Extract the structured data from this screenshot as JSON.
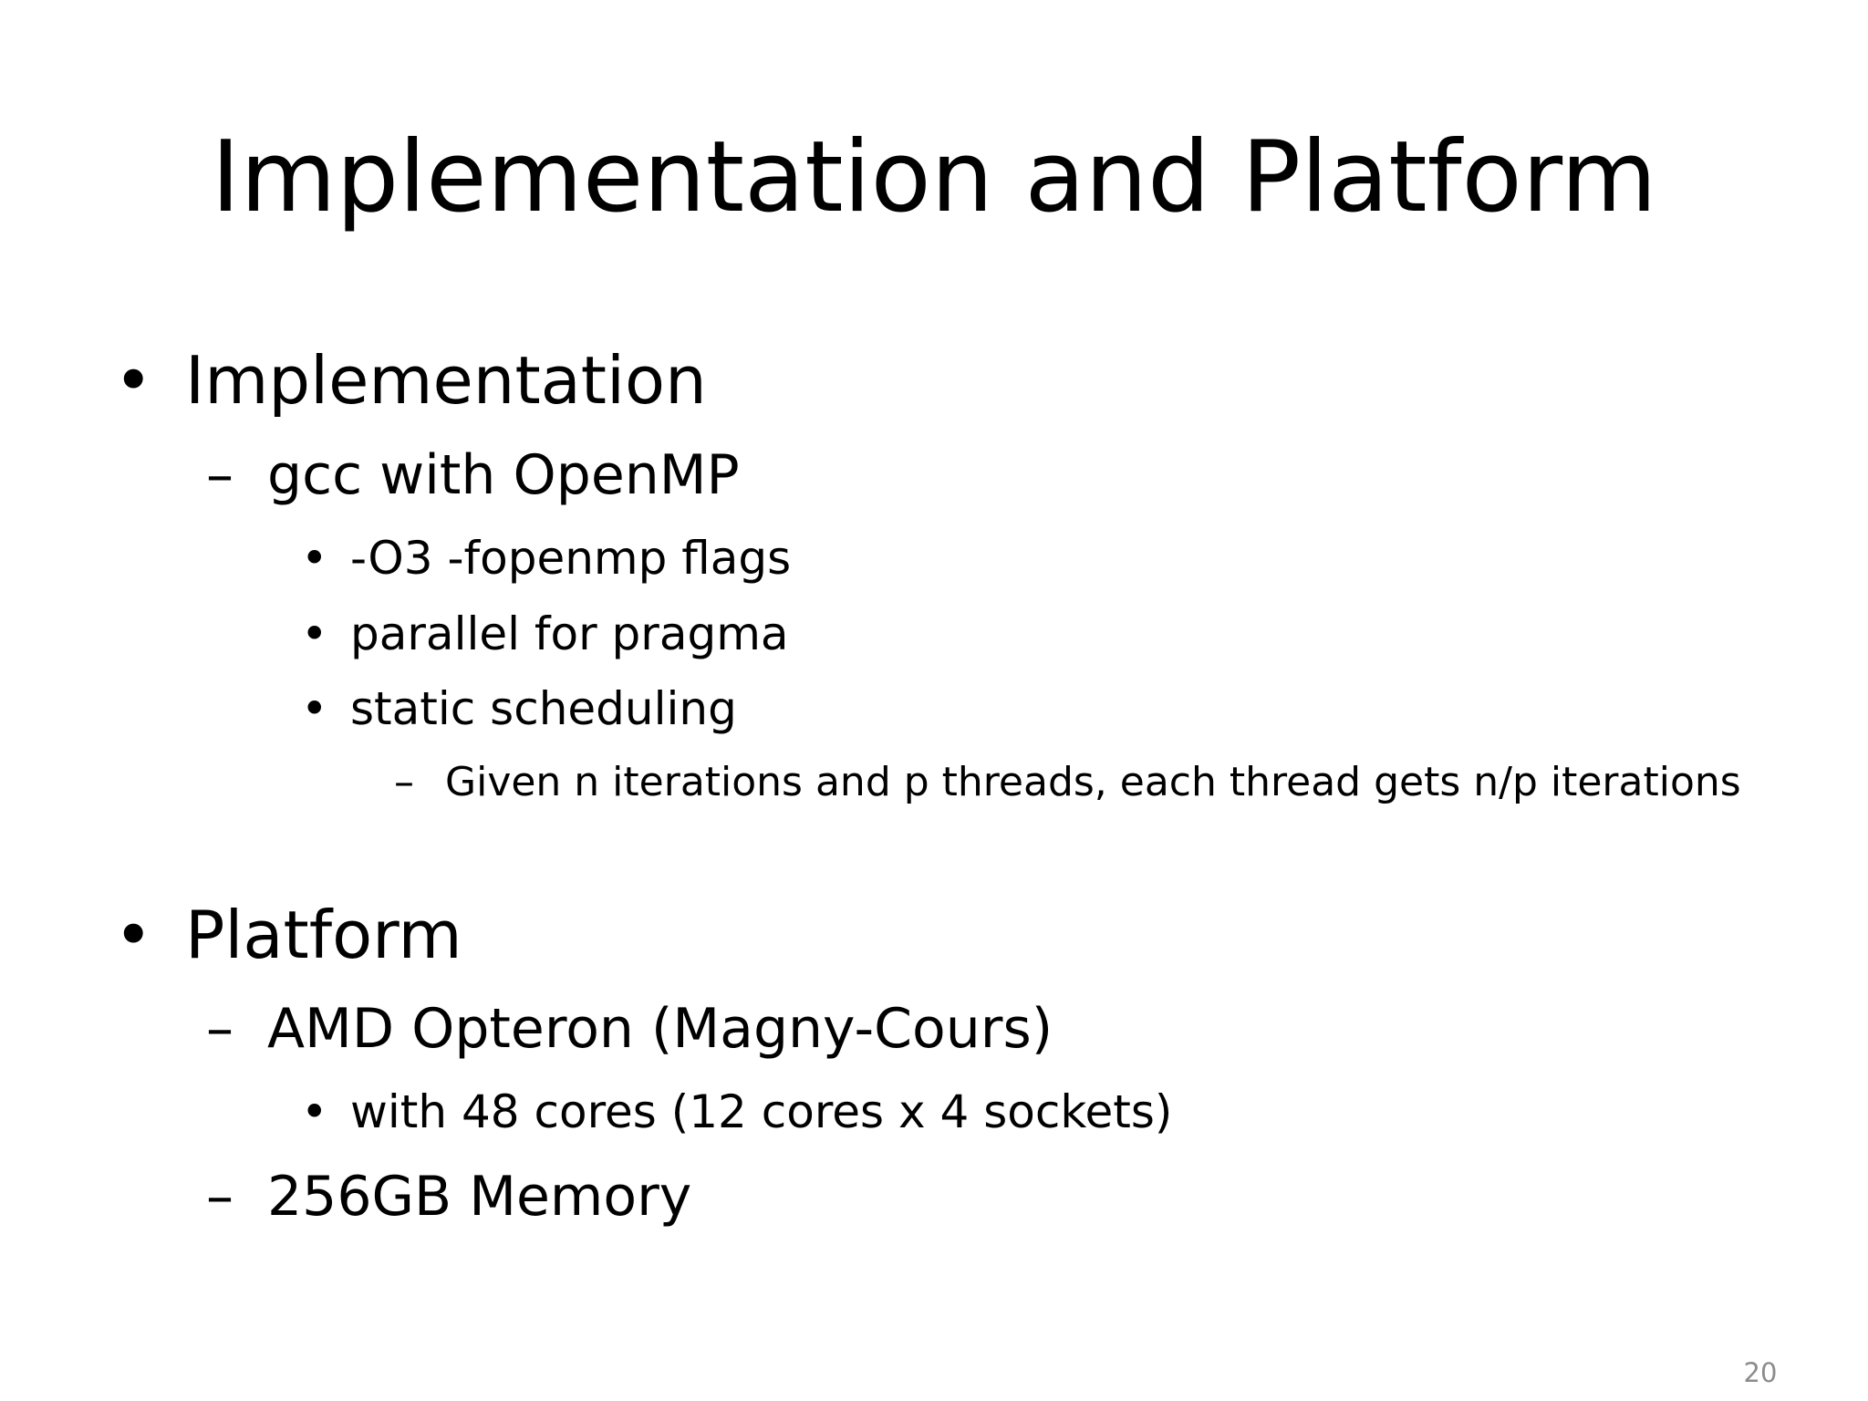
{
  "slide": {
    "title": "Implementation and Platform",
    "page_number": "20",
    "bullets": {
      "implementation": {
        "marker": "•",
        "label": "Implementation",
        "gcc": {
          "marker": "–",
          "label": "gcc with OpenMP",
          "flags": {
            "marker": "•",
            "label": "-O3 -fopenmp flags"
          },
          "pragma": {
            "marker": "•",
            "label": "parallel for pragma"
          },
          "scheduling": {
            "marker": "•",
            "label": "static scheduling",
            "detail": {
              "marker": "–",
              "label": "Given n iterations and p threads, each thread gets n/p iterations"
            }
          }
        }
      },
      "platform": {
        "marker": "•",
        "label": "Platform",
        "cpu": {
          "marker": "–",
          "label": "AMD Opteron (Magny-Cours)",
          "cores": {
            "marker": "•",
            "label": "with 48 cores (12 cores x 4 sockets)"
          }
        },
        "memory": {
          "marker": "–",
          "label": "256GB Memory"
        }
      }
    }
  }
}
